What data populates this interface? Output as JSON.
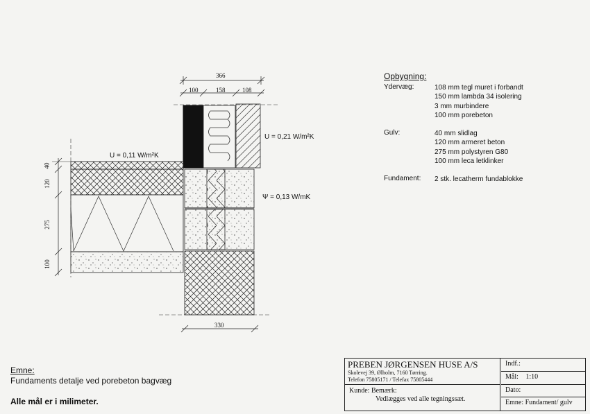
{
  "specification": {
    "heading": "Opbygning:",
    "sections": [
      {
        "label": "Ydervæg:",
        "lines": [
          "108 mm tegl muret i forbandt",
          "150 mm lambda 34 isolering",
          "3 mm murbindere",
          "100 mm porebeton"
        ]
      },
      {
        "label": "Gulv:",
        "lines": [
          "40 mm slidlag",
          "120 mm armeret beton",
          "275 mm polystyren G80",
          "100 mm leca letklinker"
        ]
      },
      {
        "label": "Fundament:",
        "lines": [
          "2 stk. lecatherm fundablokke"
        ]
      }
    ]
  },
  "annotations": {
    "u_wall": "U = 0,21 W/m²K",
    "u_floor": "U = 0,11 W/m²K",
    "psi": "Ψ = 0,13 W/mK"
  },
  "dimensions": {
    "top_total": "366",
    "top_parts": [
      "100",
      "158",
      "108"
    ],
    "bottom": "330",
    "left": [
      "40",
      "120",
      "275",
      "100"
    ]
  },
  "subject": {
    "heading": "Emne:",
    "text": "Fundaments detalje ved porebeton bagvæg",
    "note": "Alle mål er i milimeter."
  },
  "title_block": {
    "company": "PREBEN JØRGENSEN HUSE A/S",
    "address": "Skolevej 39, Ølholm, 7160 Tørring.",
    "phone": "Telefon 75805171 / Telefax 75805444",
    "customer_label": "Kunde:",
    "remark_label": "Bemærk:",
    "remark_text": "Vedlægges ved alle tegningssæt.",
    "indf_label": "Indf.:",
    "scale_label": "Mål:",
    "scale_value": "1:10",
    "date_label": "Dato:",
    "subject_label": "Emne:",
    "subject_value": "Fundament/ gulv"
  }
}
